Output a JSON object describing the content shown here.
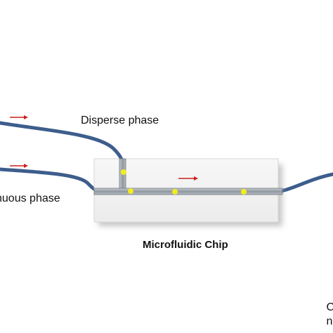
{
  "labels": {
    "disperse_phase": "Disperse phase",
    "continuous_phase": "tinuous phase",
    "chip": "Microfluidic Chip",
    "edge_line1": "C",
    "edge_line2": "n"
  },
  "colors": {
    "tubing": "#3d5e8c",
    "arrow": "#cc1f1f",
    "droplet": "#f4ec1c",
    "chip_fill": "#f2f2f2",
    "channel": "#9ea6ae"
  },
  "icons": [
    "flow-arrow-icon"
  ]
}
